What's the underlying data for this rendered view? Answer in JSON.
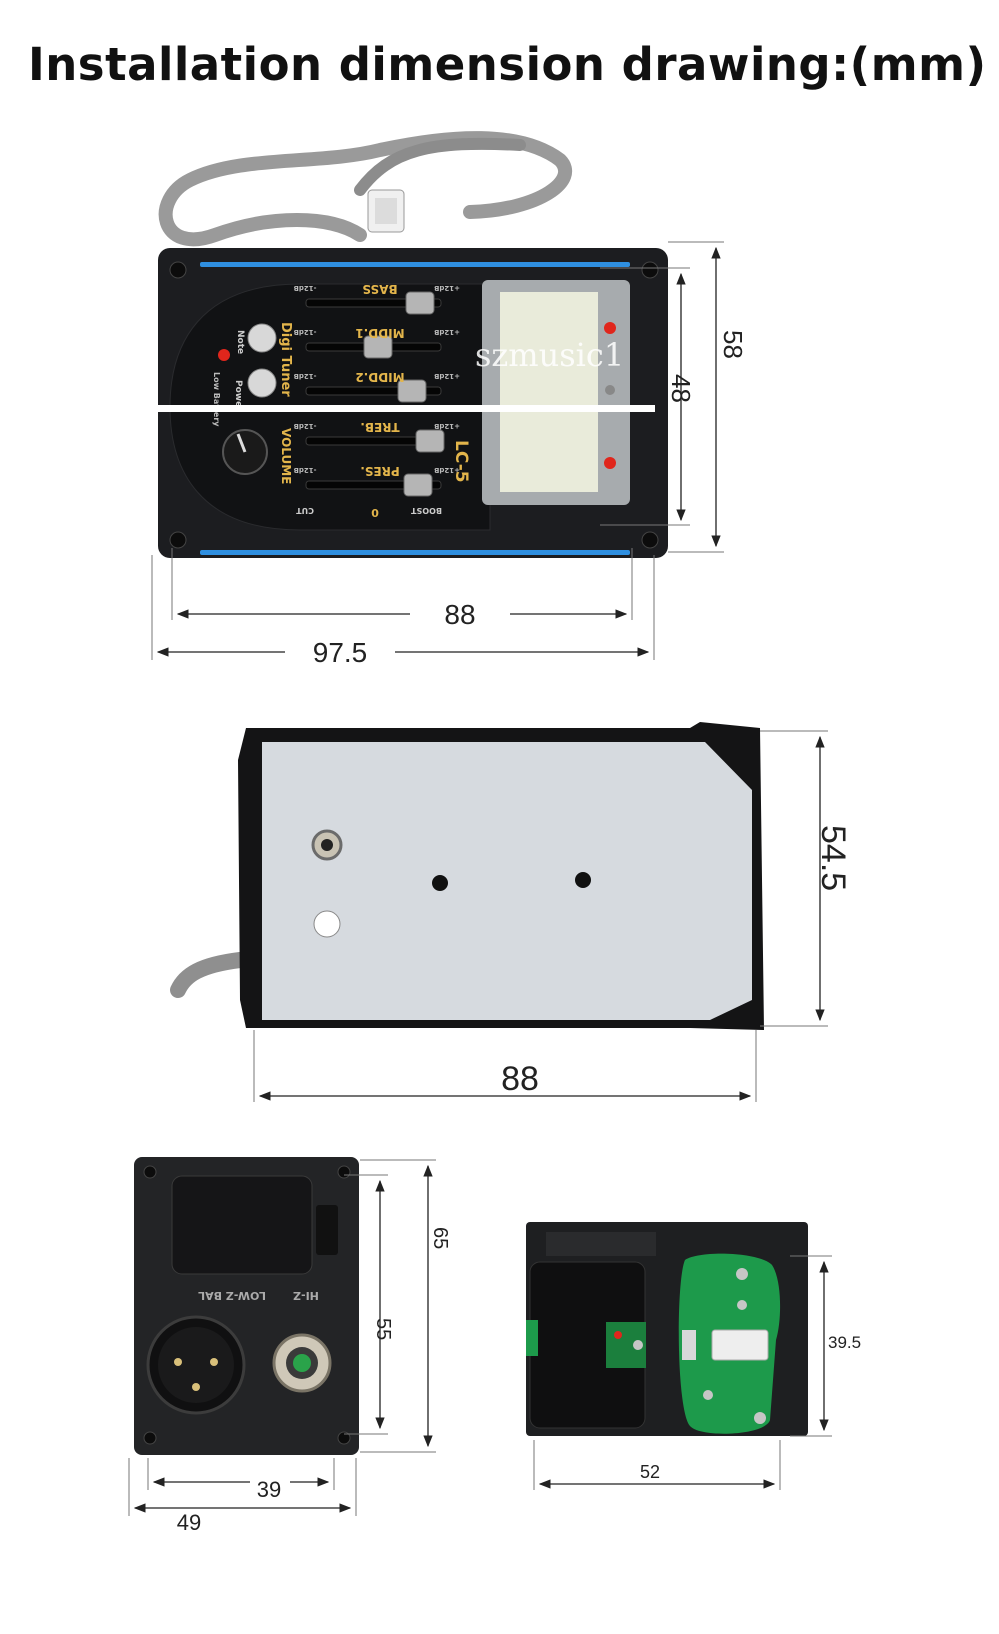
{
  "title": "Installation dimension drawing:(mm)",
  "watermark": "szmusic1",
  "front_panel": {
    "model": "LC-5",
    "tuner_label": "Digi Tuner",
    "volume_label": "VOLUME",
    "note_label": "Note",
    "power_label": "Power",
    "low_battery_label": "Low Battery",
    "sliders": [
      {
        "name": "BASS",
        "minus": "-12dB",
        "plus": "+12dB"
      },
      {
        "name": "MIDD.1",
        "minus": "-12dB",
        "plus": "+12dB"
      },
      {
        "name": "MIDD.2",
        "minus": "-12dB",
        "plus": "+12dB"
      },
      {
        "name": "TREB.",
        "minus": "-12dB",
        "plus": "+12dB"
      },
      {
        "name": "PRES.",
        "minus": "-12dB",
        "plus": "+12dB"
      }
    ],
    "scale_cut": "CUT",
    "scale_zero": "0",
    "scale_boost": "BOOST",
    "dims": {
      "height_outer": "58",
      "height_inner": "48",
      "width_inner": "88",
      "width_outer": "97.5"
    }
  },
  "back_view": {
    "dims": {
      "height": "54.5",
      "width": "88"
    }
  },
  "jack_plate": {
    "xlr_label": "LOW-Z BAL",
    "jack_label": "HI-Z",
    "dims": {
      "height_outer": "65",
      "height_inner": "55",
      "width_inner": "39",
      "width_outer": "49"
    }
  },
  "battery_box": {
    "dims": {
      "height": "39.5",
      "width": "52"
    }
  },
  "colors": {
    "panel": "#1c1d20",
    "accent_blue": "#2f8fe0",
    "led_red": "#e0261c",
    "pcb_green": "#1d9a4b",
    "back_plate": "#d6dadf"
  }
}
